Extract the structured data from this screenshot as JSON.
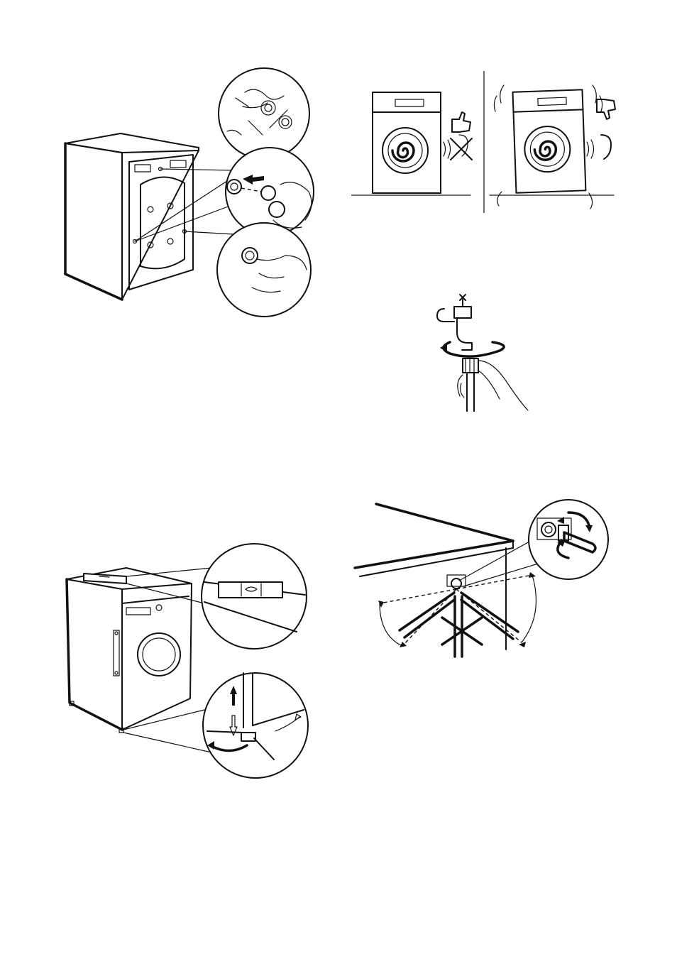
{
  "page": {
    "background": "#ffffff",
    "line_color": "#111111"
  },
  "illustrations": [
    {
      "id": "remove-transit-bolts",
      "icon": "washing-machine-rear-bolts-icon"
    },
    {
      "id": "level-vs-unlevel-noise",
      "icon": "balanced-vs-vibrating-machine-icon"
    },
    {
      "id": "connect-hose-to-tap",
      "icon": "tap-hose-connection-icon"
    },
    {
      "id": "level-machine-with-feet",
      "icon": "spirit-level-adjustable-feet-icon"
    },
    {
      "id": "inlet-hose-angle",
      "icon": "inlet-hose-orientation-icon"
    }
  ]
}
